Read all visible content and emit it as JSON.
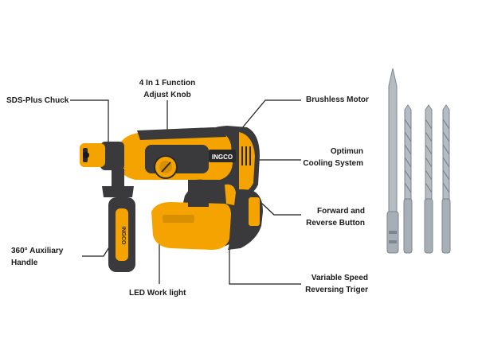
{
  "brand": {
    "name": "INGCO",
    "color": "#f5a300"
  },
  "colors": {
    "body_dark": "#3a3a3c",
    "accent": "#f5a300",
    "line": "#1a1a1a",
    "steel": "#9aa3ab"
  },
  "labels": {
    "chuck": [
      "SDS-Plus Chuck"
    ],
    "knob": [
      "4 In 1 Function",
      "Adjust Knob"
    ],
    "motor": [
      "Brushless Motor"
    ],
    "cooling": [
      "Optimun",
      "Cooling System"
    ],
    "forward": [
      "Forward and",
      "Reverse Button"
    ],
    "handle": [
      "360° Auxiliary",
      "Handle"
    ],
    "led": [
      "LED Work light"
    ],
    "trigger": [
      "Variable Speed",
      "Reversing Triger"
    ]
  }
}
